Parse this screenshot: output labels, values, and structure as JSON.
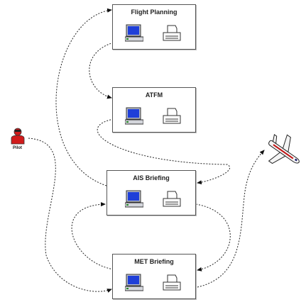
{
  "nodes": {
    "flight_planning": {
      "title": "Flight Planning"
    },
    "atfm": {
      "title": "ATFM"
    },
    "ais_briefing": {
      "title": "AIS Briefing"
    },
    "met_briefing": {
      "title": "MET Briefing"
    }
  },
  "actors": {
    "pilot": {
      "label": "Pilot"
    },
    "aircraft": {
      "icon": "airplane-icon"
    }
  },
  "icons": {
    "terminal": "computer-terminal-icon",
    "printer": "printer-icon"
  },
  "colors": {
    "box_border": "#555555",
    "screen": "#1f3fd8",
    "pilot": "#d11b1b",
    "aircraft_stripe": "#c01010",
    "line": "#222222"
  }
}
